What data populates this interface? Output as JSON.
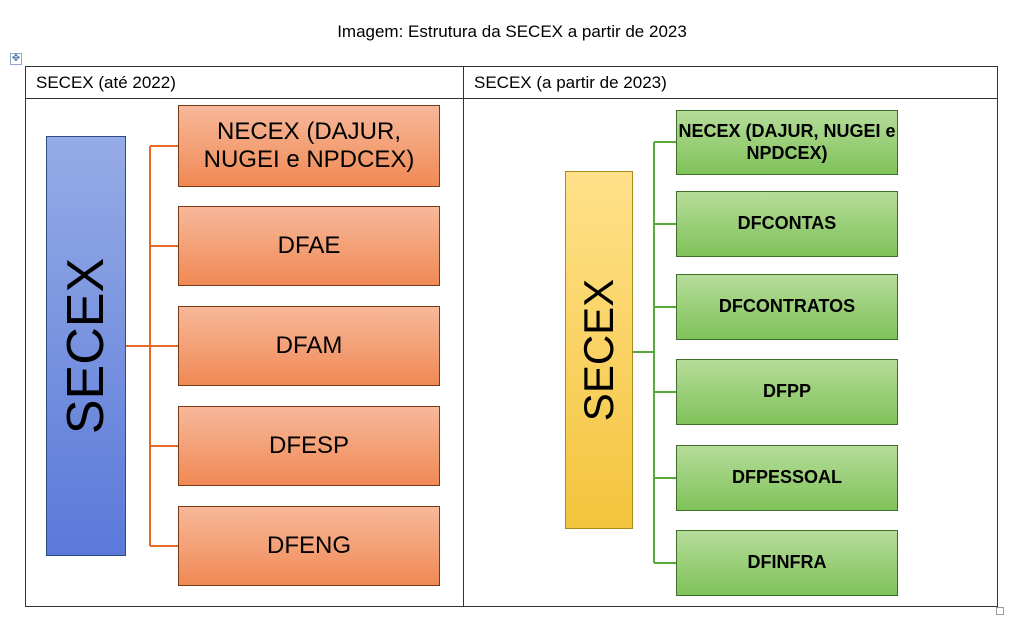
{
  "caption": "Imagem: Estrutura da SECEX a partir de 2023",
  "table_handle_glyph": "✥",
  "columns": {
    "left": {
      "header": "SECEX (até 2022)",
      "root": "SECEX",
      "children": [
        "NECEX (DAJUR, NUGEI e NPDCEX)",
        "DFAE",
        "DFAM",
        "DFESP",
        "DFENG"
      ]
    },
    "right": {
      "header": "SECEX (a partir de 2023)",
      "root": "SECEX",
      "children": [
        "NECEX (DAJUR, NUGEI e NPDCEX)",
        "DFCONTAS",
        "DFCONTRATOS",
        "DFPP",
        "DFPESSOAL",
        "DFINFRA"
      ]
    }
  },
  "colors": {
    "left_connector": "#e8682a",
    "right_connector": "#5aa83a"
  }
}
